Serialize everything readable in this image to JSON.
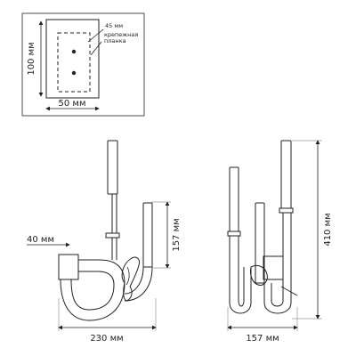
{
  "mount_plate": {
    "height_label": "100 мм",
    "width_label": "50 мм",
    "spacing_label": "45 мм",
    "note_line1": "крепежная",
    "note_line2": "планка"
  },
  "side_view": {
    "depth_label": "40 мм",
    "height_label": "157 мм",
    "width_label": "230 мм"
  },
  "front_view": {
    "height_label": "410 мм",
    "width_label": "157 мм"
  }
}
